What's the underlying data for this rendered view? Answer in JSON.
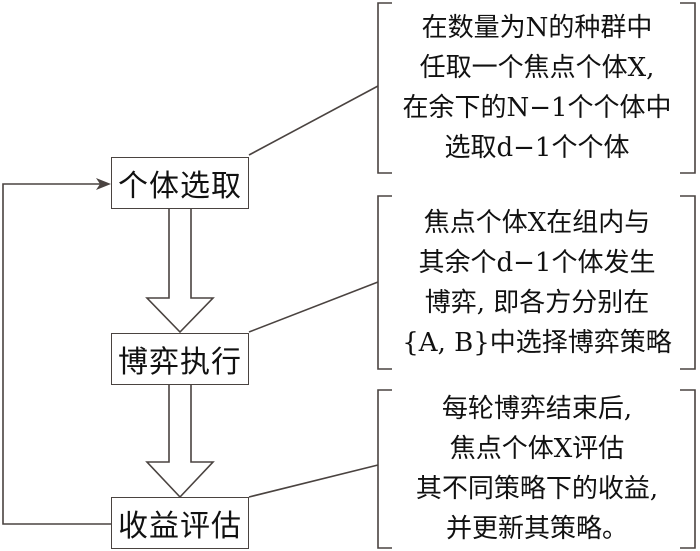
{
  "steps": [
    {
      "label": "个体选取"
    },
    {
      "label": "博弈执行"
    },
    {
      "label": "收益评估"
    }
  ],
  "notes": [
    {
      "lines": [
        "在数量为N的种群中",
        "任取一个焦点个体X,",
        "在余下的N−1个个体中",
        "选取d−1个个体"
      ]
    },
    {
      "lines": [
        "焦点个体X在组内与",
        "其余个d−1个体发生",
        "博弈, 即各方分别在",
        "{A, B}中选择博弈策略"
      ]
    },
    {
      "lines": [
        "每轮博弈结束后,",
        "焦点个体X评估",
        "其不同策略下的收益,",
        "并更新其策略。"
      ]
    }
  ],
  "colors": {
    "line": "#4a4340"
  }
}
